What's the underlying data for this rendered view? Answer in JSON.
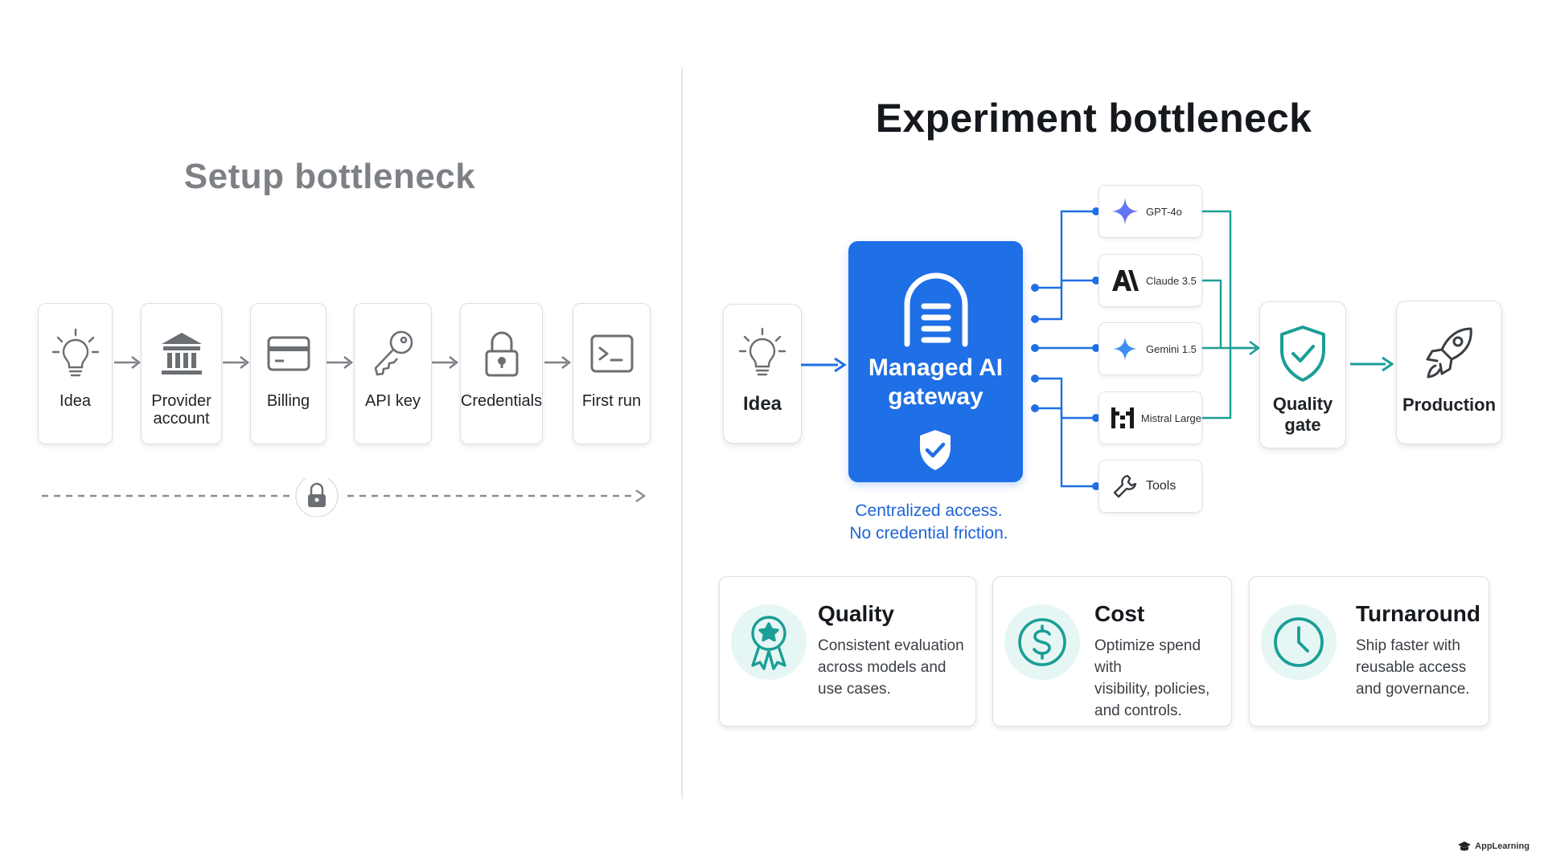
{
  "left": {
    "title": "Setup bottleneck",
    "steps": [
      {
        "label": "Idea",
        "icon": "lightbulb-icon"
      },
      {
        "label": "Provider\naccount",
        "icon": "bank-icon"
      },
      {
        "label": "Billing",
        "icon": "credit-card-icon"
      },
      {
        "label": "API key",
        "icon": "key-icon"
      },
      {
        "label": "Credentials",
        "icon": "padlock-icon"
      },
      {
        "label": "First run",
        "icon": "terminal-icon"
      }
    ]
  },
  "right": {
    "title": "Experiment bottleneck",
    "idea_label": "Idea",
    "gateway_label": "Managed AI gateway",
    "caption_line1": "Centralized access.",
    "caption_line2": "No credential friction.",
    "models": [
      {
        "label": "GPT-4o",
        "icon": "sparkle-icon"
      },
      {
        "label": "Claude 3.5",
        "icon": "anthropic-logo-icon"
      },
      {
        "label": "Gemini 1.5",
        "icon": "sparkle-icon"
      },
      {
        "label": "Mistral Large",
        "icon": "mistral-logo-icon"
      },
      {
        "label": "Tools",
        "icon": "wrench-icon"
      }
    ],
    "quality_gate_label": "Quality\ngate",
    "production_label": "Production",
    "features": [
      {
        "title": "Quality",
        "desc": "Consistent evaluation\nacross models and\nuse cases.",
        "icon": "award-ribbon-icon"
      },
      {
        "title": "Cost",
        "desc": "Optimize spend with\nvisibility, policies,\nand controls.",
        "icon": "dollar-icon"
      },
      {
        "title": "Turnaround",
        "desc": "Ship faster with\nreusable access\nand governance.",
        "icon": "clock-icon"
      }
    ]
  },
  "brand": {
    "name": "AppLearning"
  },
  "colors": {
    "accent_blue": "#1f6fe6",
    "teal": "#1a9e96",
    "gray_text": "#7d8186"
  }
}
